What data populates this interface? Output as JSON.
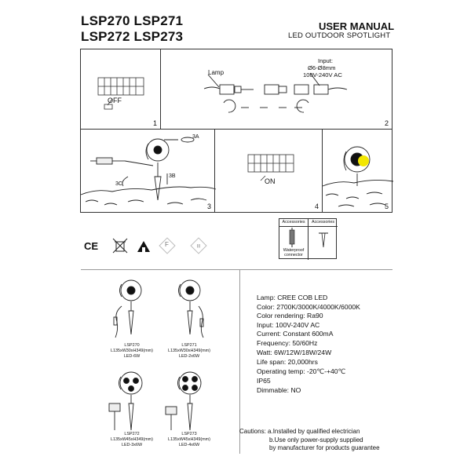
{
  "header": {
    "models_line1": "LSP270 LSP271",
    "models_line2": "LSP272 LSP273",
    "manual_title": "USER MANUAL",
    "product_type": "LED OUTDOOR  SPOTLIGHT"
  },
  "steps": [
    {
      "number": "1",
      "switch_label": "OFF"
    },
    {
      "number": "2",
      "lamp_label": "Lamp",
      "input_label": "Input:",
      "cable_diameter": "Ø6-Ø8mm",
      "input_voltage": "100V-240V AC"
    },
    {
      "number": "3",
      "callout_3a": "3A",
      "callout_3b": "3B",
      "callout_3c": "3C"
    },
    {
      "number": "4",
      "switch_label": "ON"
    },
    {
      "number": "5"
    }
  ],
  "accessories": {
    "header_left": "Accessories",
    "header_right": "Accessories",
    "connector_label_line1": "Waterproof",
    "connector_label_line2": "connector"
  },
  "certifications": {
    "ce": "CE",
    "f_mark": "F"
  },
  "models": [
    {
      "code": "LSP270",
      "dims": "L135xW30xH349(mm)",
      "led": "LED-6W"
    },
    {
      "code": "LSP271",
      "dims": "L135xW30xH349(mm)",
      "led": "LED-2x6W"
    },
    {
      "code": "LSP272",
      "dims": "L135xW45xH349(mm)",
      "led": "LED-3x6W"
    },
    {
      "code": "LSP273",
      "dims": "L135xW45xH349(mm)",
      "led": "LED-4x6W"
    }
  ],
  "specs": [
    "Lamp: CREE COB LED",
    "Color: 2700K/3000K/4000K/6000K",
    "Color rendering: Ra90",
    "Input: 100V-240V AC",
    "Current: Constant 600mA",
    "Frequency: 50/60Hz",
    "Watt: 6W/12W/18W/24W",
    "Life span: 20,000hrs",
    "Operating temp: -20℃-+40℃",
    "IP65",
    "Dimmable: NO"
  ],
  "cautions": {
    "line1": "Cautions: a.Installed by qualified electrician",
    "line2": "b.Use only power-supply supplied",
    "line3": "by manufacturer for products guarantee"
  },
  "colors": {
    "accent_yellow": "#f2e600",
    "line": "#333333"
  }
}
